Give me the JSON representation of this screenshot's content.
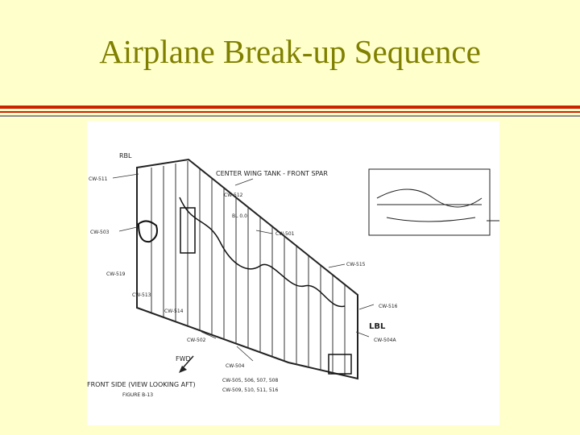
{
  "slide": {
    "title": "Airplane Break-up Sequence"
  },
  "diagram": {
    "header": "CENTER WING TANK - FRONT SPAR",
    "labels": {
      "rbl": "RBL",
      "lbl": "LBL",
      "bl": "BL 0.0",
      "fwd": "FWD",
      "caption": "FRONT SIDE (VIEW LOOKING AFT)",
      "figure": "FIGURE B-13",
      "cw511": "CW-511",
      "cw503": "CW-503",
      "cw512": "CW-512",
      "cw501": "CW-501",
      "cw515": "CW-515",
      "cw519": "CW-519",
      "cw513": "CW-513",
      "cw514": "CW-514",
      "cw502": "CW-502",
      "cw504": "CW-504",
      "cw516": "CW-516",
      "cw504a": "CW-504A",
      "parts1": "CW-505, 506, 507, 508",
      "parts2": "CW-509, 510, 511, 516"
    }
  }
}
